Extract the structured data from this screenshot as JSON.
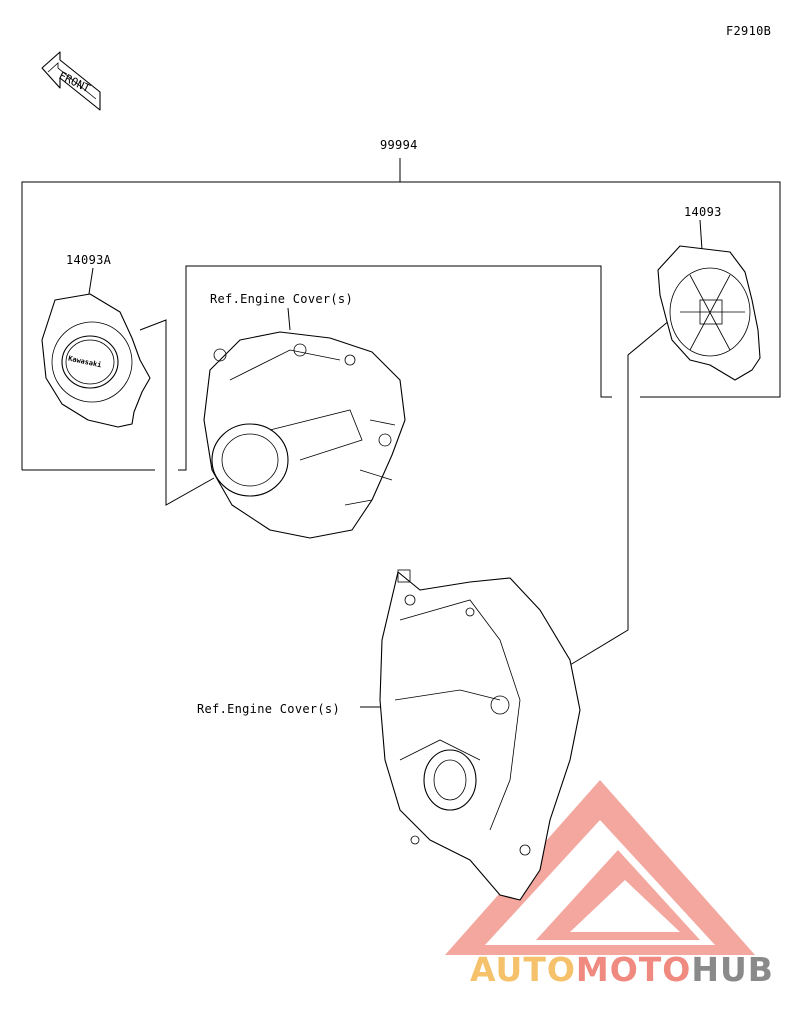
{
  "figure_code": "F2910B",
  "front_badge": "FRONT",
  "labels": {
    "assembly": "99994",
    "part_left": "14093A",
    "part_right": "14093",
    "ref_upper": "Ref.Engine Cover(s)",
    "ref_lower": "Ref.Engine Cover(s)",
    "emblem": "Kawasaki"
  },
  "watermark": {
    "part1": "AUTO",
    "part2": "MOTO",
    "part3": "HUB",
    "color_primary": "#f08a80",
    "color_secondary": "#f5c26b",
    "color_dark": "#8a8a8a"
  }
}
